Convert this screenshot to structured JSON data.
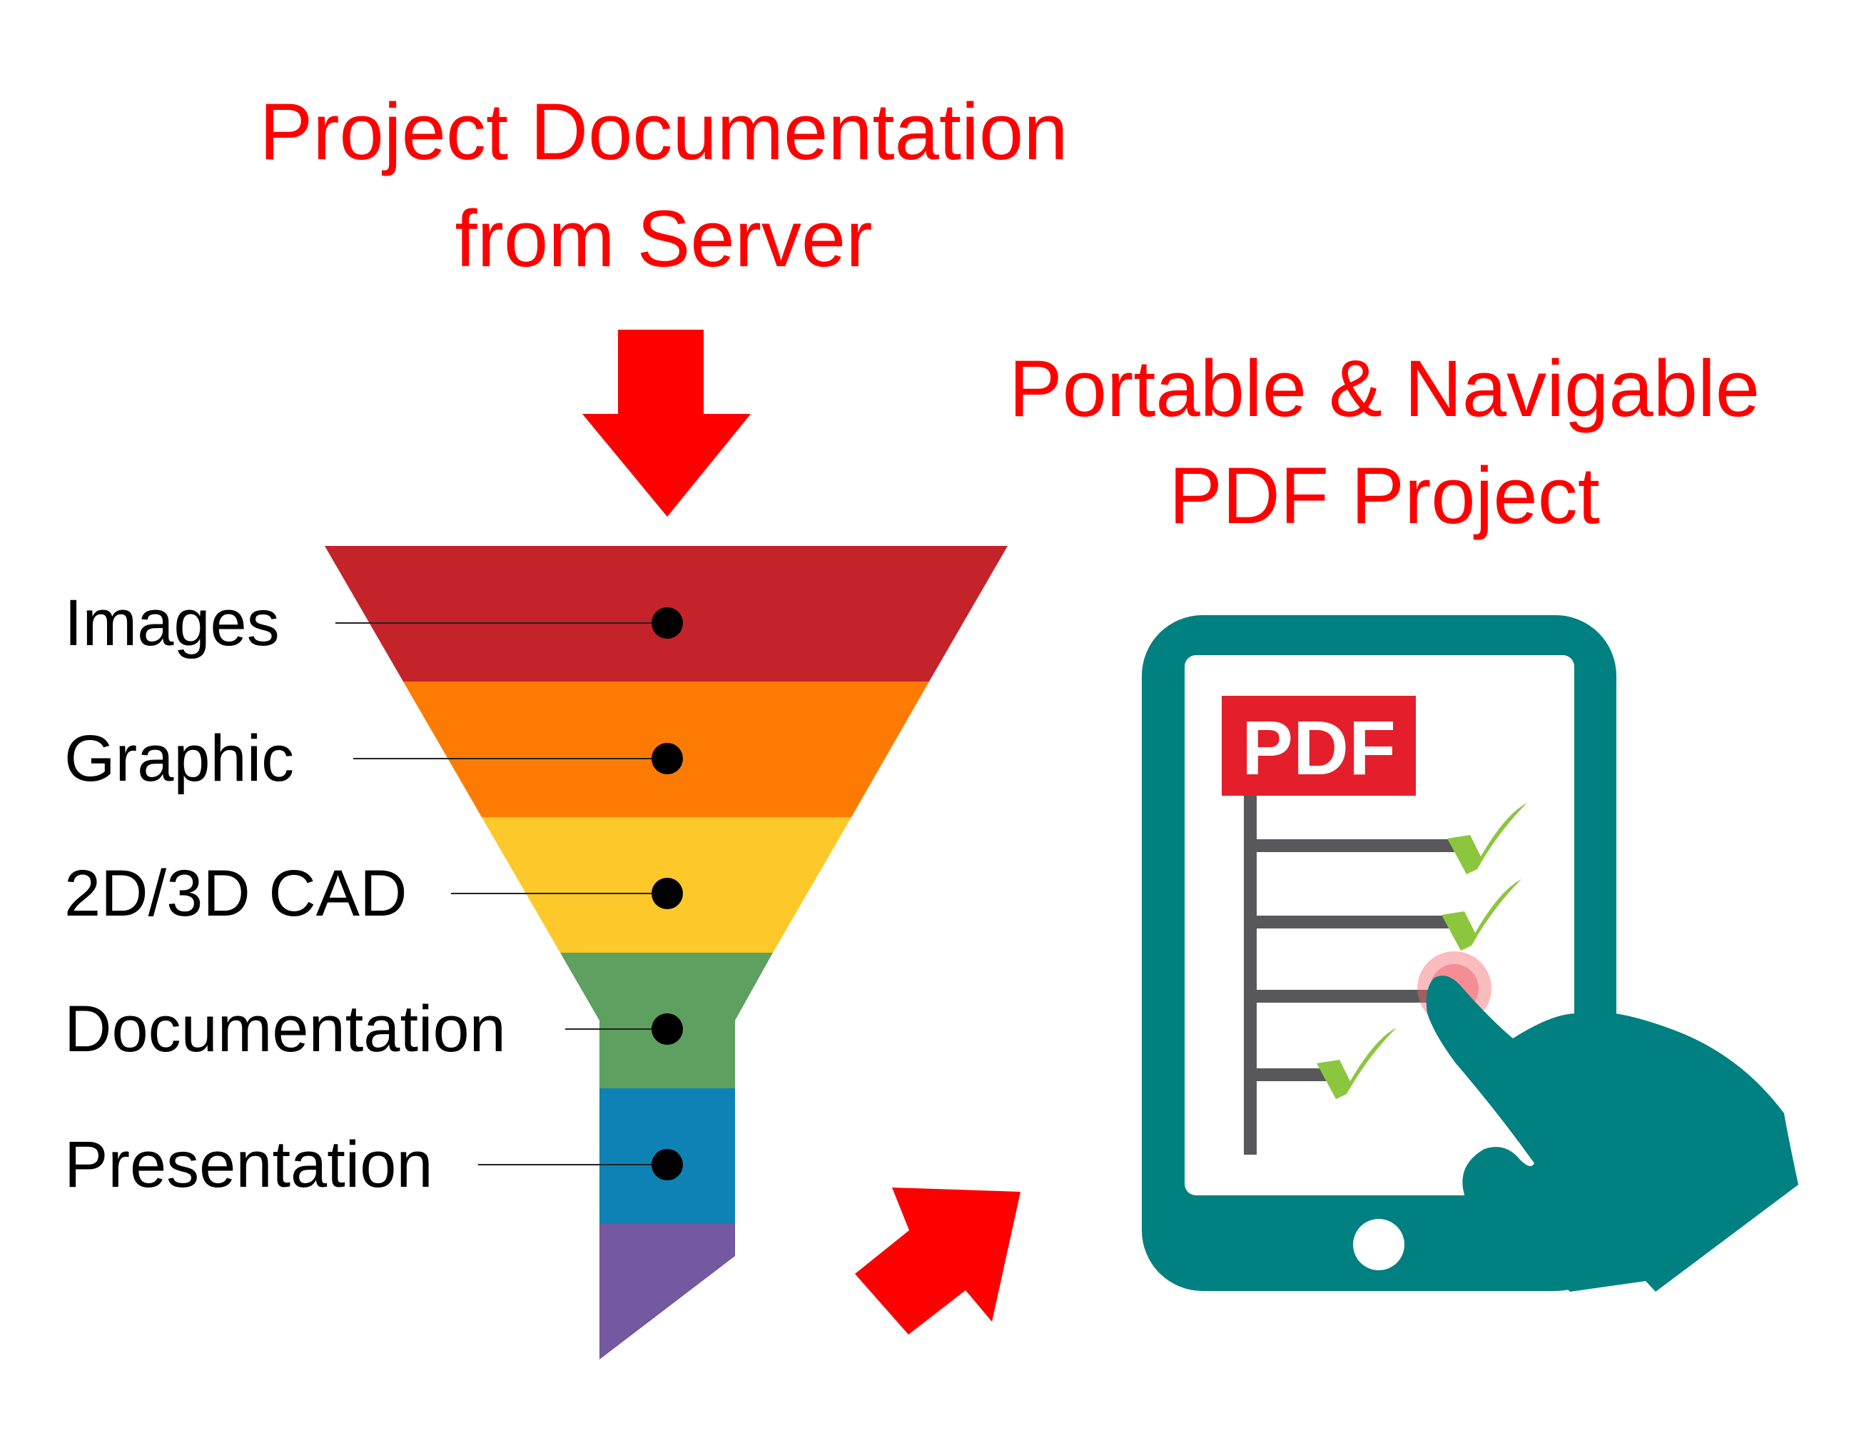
{
  "titles": {
    "source_line1": "Project Documentation",
    "source_line2": "from Server",
    "target_line1": "Portable & Navigable",
    "target_line2": "PDF Project"
  },
  "funnel": {
    "layers": [
      {
        "label": "Images",
        "color": "#c4232a"
      },
      {
        "label": "Graphic",
        "color": "#fe7b03"
      },
      {
        "label": "2D/3D CAD",
        "color": "#fcc82a"
      },
      {
        "label": "Documentation",
        "color": "#5da060"
      },
      {
        "label": "Presentation",
        "color": "#0e82b4"
      },
      {
        "label": "",
        "color": "#7458a0"
      }
    ]
  },
  "tablet": {
    "badge_text": "PDF",
    "badge_color": "#e41f2b",
    "frame_color": "#008080",
    "check_color": "#8cc63f",
    "list_line_color": "#58585a"
  },
  "arrows": {
    "color": "#ff0000"
  }
}
